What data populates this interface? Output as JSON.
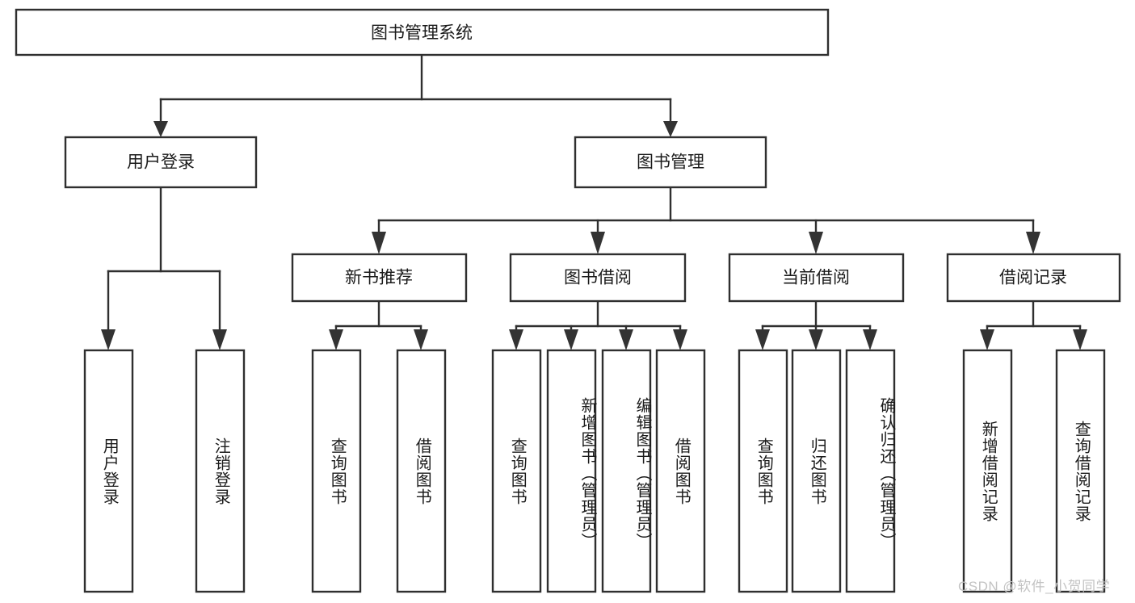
{
  "diagram": {
    "title": "图书管理系统",
    "type": "hierarchy-tree",
    "root": {
      "id": "root",
      "label": "图书管理系统",
      "orientation": "horizontal"
    },
    "level2": [
      {
        "id": "user-login",
        "label": "用户登录",
        "orientation": "horizontal"
      },
      {
        "id": "book-management",
        "label": "图书管理",
        "orientation": "horizontal"
      }
    ],
    "level3": [
      {
        "id": "new-book-recommend",
        "label": "新书推荐",
        "orientation": "horizontal",
        "parent": "book-management"
      },
      {
        "id": "book-borrow",
        "label": "图书借阅",
        "orientation": "horizontal",
        "parent": "book-management"
      },
      {
        "id": "current-borrow",
        "label": "当前借阅",
        "orientation": "horizontal",
        "parent": "book-management"
      },
      {
        "id": "borrow-record",
        "label": "借阅记录",
        "orientation": "horizontal",
        "parent": "book-management"
      }
    ],
    "leaves": [
      {
        "id": "leaf-user-login",
        "label": "用户登录",
        "orientation": "vertical",
        "parent": "user-login"
      },
      {
        "id": "leaf-user-logout",
        "label": "注销登录",
        "orientation": "vertical",
        "parent": "user-login"
      },
      {
        "id": "leaf-query-book-1",
        "label": "查询图书",
        "orientation": "vertical",
        "parent": "new-book-recommend"
      },
      {
        "id": "leaf-borrow-book-1",
        "label": "借阅图书",
        "orientation": "vertical",
        "parent": "new-book-recommend"
      },
      {
        "id": "leaf-query-book-2",
        "label": "查询图书",
        "orientation": "vertical",
        "parent": "book-borrow"
      },
      {
        "id": "leaf-add-book",
        "label": "新增图书（管理员）",
        "orientation": "vertical",
        "parent": "book-borrow"
      },
      {
        "id": "leaf-edit-book",
        "label": "编辑图书（管理员）",
        "orientation": "vertical",
        "parent": "book-borrow"
      },
      {
        "id": "leaf-borrow-book-2",
        "label": "借阅图书",
        "orientation": "vertical",
        "parent": "book-borrow"
      },
      {
        "id": "leaf-query-book-3",
        "label": "查询图书",
        "orientation": "vertical",
        "parent": "current-borrow"
      },
      {
        "id": "leaf-return-book",
        "label": "归还图书",
        "orientation": "vertical",
        "parent": "current-borrow"
      },
      {
        "id": "leaf-confirm-return",
        "label": "确认归还（管理员）",
        "orientation": "vertical",
        "parent": "current-borrow"
      },
      {
        "id": "leaf-add-record",
        "label": "新增借阅记录",
        "orientation": "vertical",
        "parent": "borrow-record"
      },
      {
        "id": "leaf-query-record",
        "label": "查询借阅记录",
        "orientation": "vertical",
        "parent": "borrow-record"
      }
    ],
    "colors": {
      "background": "#ffffff",
      "box_fill": "#ffffff",
      "box_stroke": "#2f2f2f",
      "connector": "#2f2f2f",
      "text": "#1b1b1b",
      "watermark": "#c3c3c3"
    }
  },
  "watermark": {
    "text": "CSDN @软件_小贺同学"
  }
}
